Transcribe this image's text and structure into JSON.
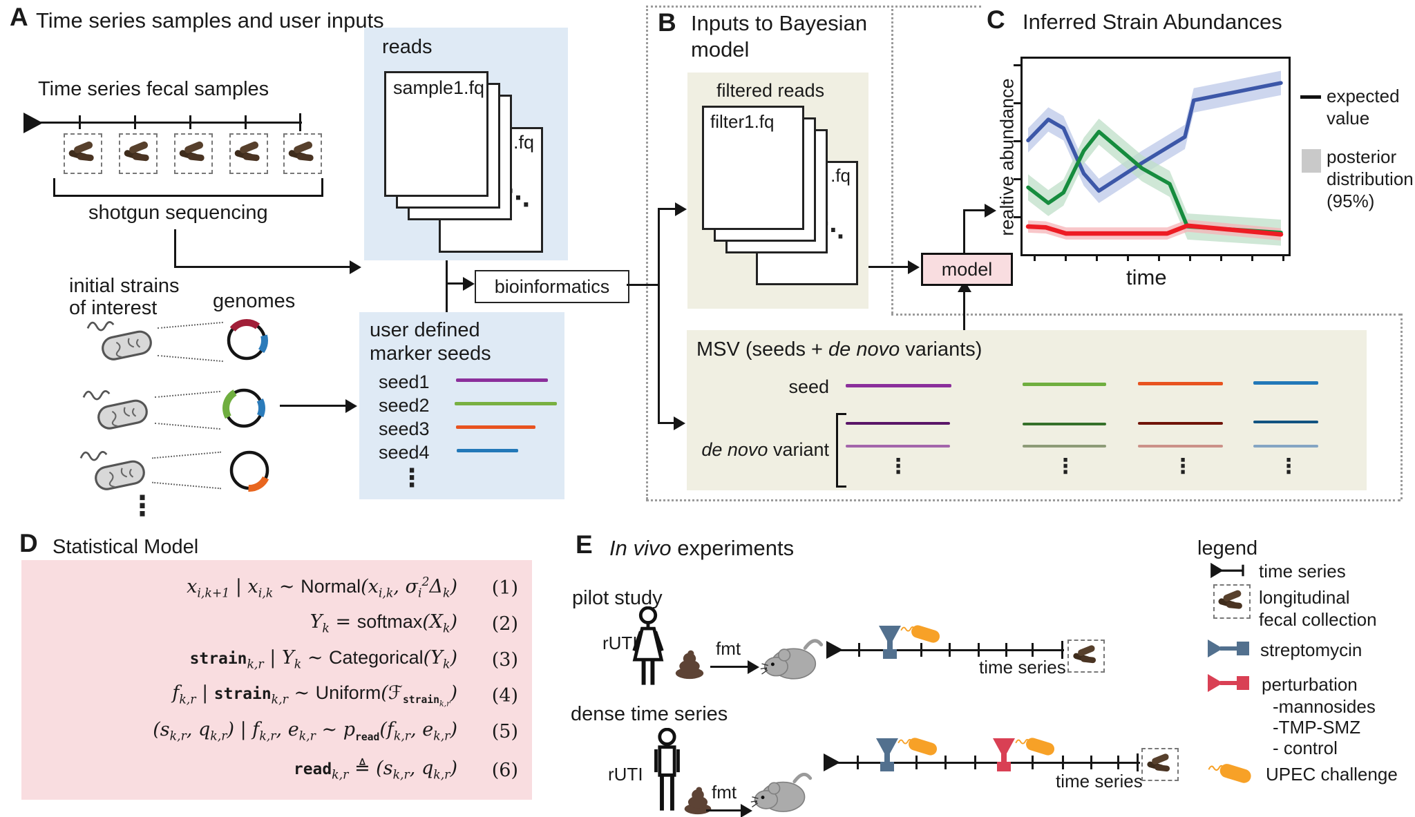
{
  "panelA": {
    "label": "A",
    "title": "Time series samples and user inputs",
    "fecal_samples_label": "Time series fecal samples",
    "shotgun_label": "shotgun sequencing",
    "reads_box": {
      "title": "reads",
      "file_front": "sample1.fq",
      "file_back": ".fq"
    },
    "strains_label_line1": "initial strains",
    "strains_label_line2": "of interest",
    "genomes_label": "genomes",
    "seeds_box": {
      "title_line1": "user defined",
      "title_line2": "marker seeds",
      "seeds": [
        {
          "label": "seed1",
          "color": "#8b2f9b"
        },
        {
          "label": "seed2",
          "color": "#78b041"
        },
        {
          "label": "seed3",
          "color": "#e8531f"
        },
        {
          "label": "seed4",
          "color": "#2278b8"
        }
      ]
    },
    "bioinformatics_label": "bioinformatics"
  },
  "panelB": {
    "label": "B",
    "title_line1": "Inputs to Bayesian",
    "title_line2": "model",
    "filtered_reads_box": {
      "title": "filtered reads",
      "file_front": "filter1.fq",
      "file_back": ".fq"
    },
    "msv_box": {
      "title_prefix": "MSV (seeds + ",
      "title_italic": "de novo",
      "title_suffix": " variants)",
      "seed_row_label": "seed",
      "variant_label_italic": "de novo",
      "variant_label_suffix": " variant",
      "columns": [
        {
          "seed_color": "#8b2f9b",
          "variant1_color": "#5a1668",
          "variant2_color": "#a365ab"
        },
        {
          "seed_color": "#6fae3f",
          "variant1_color": "#35702a",
          "variant2_color": "#8d9b77"
        },
        {
          "seed_color": "#e8531f",
          "variant1_color": "#701409",
          "variant2_color": "#cb9188"
        },
        {
          "seed_color": "#2278b8",
          "variant1_color": "#125381",
          "variant2_color": "#84a5c3"
        }
      ]
    },
    "model_label": "model"
  },
  "panelC": {
    "label": "C",
    "title": "Inferred Strain Abundances",
    "ylabel": "realtive abundance",
    "xlabel": "time",
    "legend": {
      "expected_line1": "expected",
      "expected_line2": "value",
      "posterior_line1": "posterior",
      "posterior_line2": "distribution",
      "posterior_line3": "(95%)"
    }
  },
  "chart_data": {
    "type": "line",
    "title": "Inferred Strain Abundances",
    "xlabel": "time",
    "ylabel": "realtive abundance",
    "x_range": [
      0,
      1
    ],
    "y_range": [
      0,
      1
    ],
    "grid": false,
    "legend_position": "right",
    "legend": [
      "expected value",
      "posterior distribution (95%)"
    ],
    "series": [
      {
        "name": "strain-blue",
        "color": "#3c57a8",
        "band_color": "#bcc8e8",
        "band": 0.07,
        "line_width": 5.5,
        "x": [
          0,
          0.08,
          0.14,
          0.22,
          0.28,
          0.45,
          0.62,
          0.655,
          1.0
        ],
        "y": [
          0.61,
          0.73,
          0.68,
          0.42,
          0.32,
          0.48,
          0.63,
          0.84,
          0.94
        ]
      },
      {
        "name": "strain-green",
        "color": "#168c3e",
        "band_color": "#bfdfc8",
        "band": 0.075,
        "line_width": 5.5,
        "x": [
          0,
          0.08,
          0.14,
          0.22,
          0.28,
          0.45,
          0.56,
          0.63,
          1.0
        ],
        "y": [
          0.34,
          0.25,
          0.31,
          0.55,
          0.66,
          0.45,
          0.36,
          0.115,
          0.08
        ]
      },
      {
        "name": "strain-red",
        "color": "#ed1c24",
        "band_color": "#f6b3b7",
        "band": 0.035,
        "line_width": 6.5,
        "x": [
          0,
          0.07,
          0.15,
          0.55,
          0.63,
          1.0
        ],
        "y": [
          0.115,
          0.11,
          0.075,
          0.075,
          0.12,
          0.07
        ]
      }
    ]
  },
  "panelD": {
    "label": "D",
    "title": "Statistical Model",
    "equations": [
      {
        "eq": "x_{i,k+1} | x_{i,k} ~ Normal(x_{i,k}, σ_{i}^{2}Δ_{k})",
        "num": "(1)"
      },
      {
        "eq": "Y_{k} = softmax(X_{k})",
        "num": "(2)"
      },
      {
        "eq": "strain_{k,r} | Y_{k} ~ Categorical(Y_{k})",
        "num": "(3)"
      },
      {
        "eq": "f_{k,r} | strain_{k,r} ~ Uniform(ℱ_{strain_{k,r}})",
        "num": "(4)"
      },
      {
        "eq": "(s_{k,r}, q_{k,r}) | f_{k,r}, e_{k,r} ~ p_{read}(f_{k,r}, e_{k,r})",
        "num": "(5)"
      },
      {
        "eq": "read_{k,r} ≜ (s_{k,r}, q_{k,r})",
        "num": "(6)"
      }
    ]
  },
  "panelE": {
    "label": "E",
    "title_italic": "In vivo",
    "title_suffix": " experiments",
    "pilot": {
      "label": "pilot study",
      "ruti": "rUTI",
      "fmt": "fmt",
      "timeseries": "time series"
    },
    "dense": {
      "label": "dense time series",
      "ruti": "rUTI",
      "fmt": "fmt",
      "timeseries": "time series"
    }
  },
  "legend_panel": {
    "title": "legend",
    "time_series": "time series",
    "fecal_line1": "longitudinal",
    "fecal_line2": "fecal collection",
    "streptomycin": "streptomycin",
    "perturbation": "perturbation",
    "perturbation_sub1": "-mannosides",
    "perturbation_sub2": "-TMP-SMZ",
    "perturbation_sub3": "- control",
    "upec": "UPEC challenge"
  },
  "glyphs": {
    "vdots": "⋮",
    "ddots": "⋱"
  },
  "colors": {
    "panel_bg_blue": "#dfeaf5",
    "panel_bg_beige": "#f0efe2",
    "panel_bg_pink": "#f9dde0",
    "model_fill": "#f9dde0",
    "dotted_border": "#9a9a9a",
    "streptomycin_blue": "#52708e",
    "perturbation_red": "#d94054",
    "upec_orange": "#f7a127",
    "chart_blue": "#3c57a8",
    "chart_green": "#168c3e",
    "chart_red": "#ed1c24",
    "genome_dark_red": "#a11f38",
    "poop_brown": "#5d4335"
  }
}
